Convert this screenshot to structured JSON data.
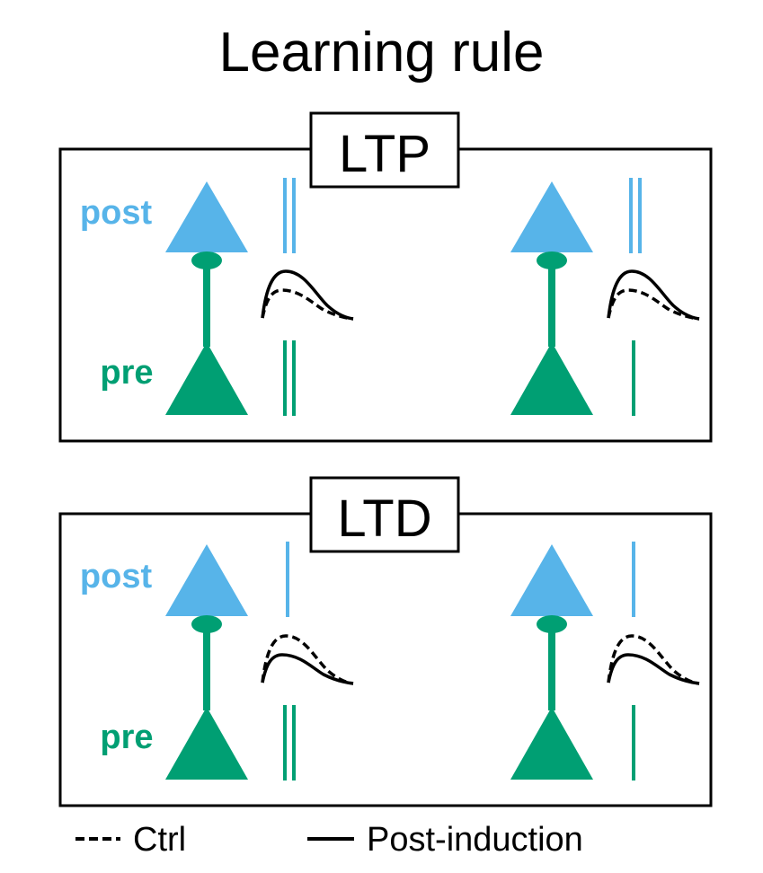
{
  "title": "Learning rule",
  "colors": {
    "post": "#57b4e9",
    "pre": "#009f73",
    "trace": "#000000"
  },
  "panels": [
    {
      "id": "ltp",
      "label": "LTP",
      "post_label": "post",
      "pre_label": "pre",
      "conditions": [
        {
          "post_spikes": 2,
          "pre_spikes": 2,
          "ctrl_amplitude": 0.55,
          "post_amplitude": 1.0
        },
        {
          "post_spikes": 2,
          "pre_spikes": 1,
          "ctrl_amplitude": 0.55,
          "post_amplitude": 1.0
        }
      ]
    },
    {
      "id": "ltd",
      "label": "LTD",
      "post_label": "post",
      "pre_label": "pre",
      "conditions": [
        {
          "post_spikes": 1,
          "pre_spikes": 2,
          "ctrl_amplitude": 1.0,
          "post_amplitude": 0.55
        },
        {
          "post_spikes": 1,
          "pre_spikes": 1,
          "ctrl_amplitude": 1.0,
          "post_amplitude": 0.55
        }
      ]
    }
  ],
  "legend": {
    "ctrl": "Ctrl",
    "post_induction": "Post-induction"
  }
}
